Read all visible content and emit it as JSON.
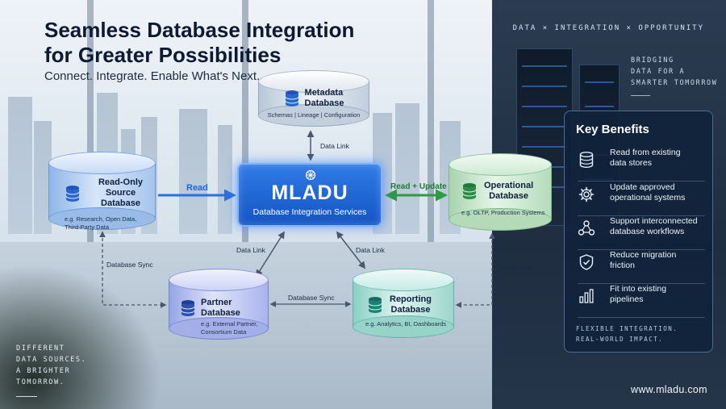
{
  "header": {
    "title_line1": "Seamless Database Integration",
    "title_line2": "for Greater Possibilities",
    "subtitle": "Connect. Integrate. Enable What's Next."
  },
  "tagline_top": "DATA × INTEGRATION × OPPORTUNITY",
  "tagline_right": [
    "BRIDGING",
    "DATA FOR A",
    "SMARTER TOMORROW"
  ],
  "tagline_left": [
    "DIFFERENT",
    "DATA SOURCES.",
    "A BRIGHTER",
    "TOMORROW."
  ],
  "hub": {
    "name": "MLADU",
    "subtitle": "Database Integration Services"
  },
  "databases": {
    "metadata": {
      "name": [
        "Metadata",
        "Database"
      ],
      "desc": "Schemas | Lineage | Configuration"
    },
    "readonly": {
      "name": [
        "Read-Only",
        "Source Database"
      ],
      "desc": [
        "e.g. Research, Open Data,",
        "Third-Party Data"
      ]
    },
    "operational": {
      "name": [
        "Operational",
        "Database"
      ],
      "desc": "e.g. OLTP, Production Systems"
    },
    "partner": {
      "name": "Partner Database",
      "desc": [
        "e.g. External Partner,",
        "Consortium Data"
      ]
    },
    "reporting": {
      "name": [
        "Reporting",
        "Database"
      ],
      "desc": "e.g. Analytics, BI, Dashboards"
    }
  },
  "connections": {
    "metadata_link": "Data Link",
    "read": "Read",
    "read_update": "Read + Update",
    "partner_link": "Data Link",
    "reporting_link": "Data Link",
    "db_sync_left": "Database Sync",
    "db_sync_bottom": "Database Sync",
    "integration": "Integration"
  },
  "benefits": {
    "title": "Key Benefits",
    "items": [
      {
        "icon": "database-icon",
        "text": [
          "Read from existing",
          "data stores"
        ]
      },
      {
        "icon": "gear-icon",
        "text": [
          "Update approved",
          "operational systems"
        ]
      },
      {
        "icon": "network-icon",
        "text": [
          "Support interconnected",
          "database workflows"
        ]
      },
      {
        "icon": "shield-check-icon",
        "text": [
          "Reduce migration",
          "friction"
        ]
      },
      {
        "icon": "bar-chart-icon",
        "text": [
          "Fit into existing",
          "pipelines"
        ]
      }
    ],
    "footer": [
      "FLEXIBLE INTEGRATION.",
      "REAL-WORLD IMPACT."
    ]
  },
  "website": "www.mladu.com",
  "colors": {
    "title": "#0e1a33",
    "hub": "#1f63d6",
    "read_arrow": "#2a6fe0",
    "read_update_arrow": "#2e9a46",
    "panel": "#10223a"
  }
}
